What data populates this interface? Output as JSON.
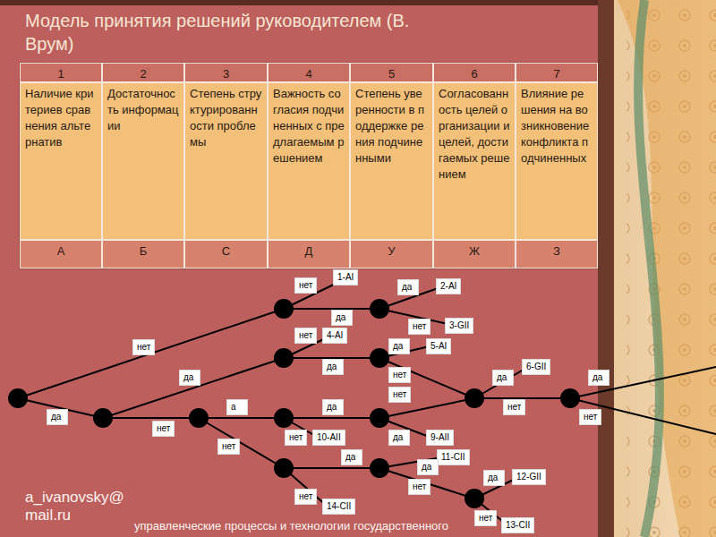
{
  "diagram": {
    "title": "Модель принятия решений руководителем (В. Врум)",
    "nodes": [
      {
        "text": [
          "1-AI"
        ]
      },
      {
        "text": [
          "нет"
        ]
      },
      {
        "text": [
          "да"
        ]
      },
      {
        "text": [
          "2-AI"
        ]
      },
      {
        "text": [
          "да"
        ]
      },
      {
        "text": [
          "нет"
        ]
      },
      {
        "text": [
          "3-GII"
        ]
      },
      {
        "text": [
          "нет"
        ]
      },
      {
        "text": [
          "4-AI"
        ]
      },
      {
        "text": [
          "нет"
        ]
      },
      {
        "text": [
          "да"
        ]
      },
      {
        "text": [
          "5-AI"
        ]
      },
      {
        "text": [
          "да"
        ]
      },
      {
        "text": [
          "6-GII"
        ]
      },
      {
        "text": [
          "нет"
        ]
      },
      {
        "text": [
          "да"
        ]
      },
      {
        "text": [
          "да"
        ]
      },
      {
        "text": [
          "да"
        ]
      },
      {
        "text": [
          "нет"
        ]
      },
      {
        "text": [
          "нет"
        ]
      },
      {
        "text": [
          "а"
        ]
      },
      {
        "text": [
          "да"
        ]
      },
      {
        "text": [
          "да"
        ]
      },
      {
        "text": [
          "нет"
        ]
      },
      {
        "text": [
          "нет"
        ]
      },
      {
        "text": [
          "нет"
        ]
      },
      {
        "text": [
          "10-AII"
        ]
      },
      {
        "text": [
          "да"
        ]
      },
      {
        "text": [
          "9-AII"
        ]
      },
      {
        "text": [
          "нет"
        ]
      },
      {
        "text": [
          "да"
        ]
      },
      {
        "text": [
          "11-CII"
        ]
      },
      {
        "text": [
          "да"
        ]
      },
      {
        "text": [
          "да"
        ]
      },
      {
        "text": [
          "12-GII"
        ]
      },
      {
        "text": [
          "нет"
        ]
      },
      {
        "text": [
          "нет"
        ]
      },
      {
        "text": [
          "14-CII"
        ]
      },
      {
        "text": [
          "нет"
        ]
      },
      {
        "text": [
          "13-CII"
        ]
      }
    ],
    "labels": [
      "1",
      "2",
      "3",
      "4",
      "5",
      "6",
      "7",
      "Наличие критериев сравнения альтернатив",
      "Достаточность информации",
      "Степень структурированности проблемы",
      "Важность согласия подчиненных с предлагаемым решением",
      "Степень уверенности в поддержке рения подчиненными",
      "Согласованность целей организации и целей, достигаемых решением",
      "Влияние решения на возникновение конфликта подчиненных",
      "А",
      "Б",
      "С",
      "Д",
      "У",
      "Ж",
      "З",
      "a_ivanovsky@ mail.ru",
      "управленческие процессы и технологии государственного"
    ]
  }
}
